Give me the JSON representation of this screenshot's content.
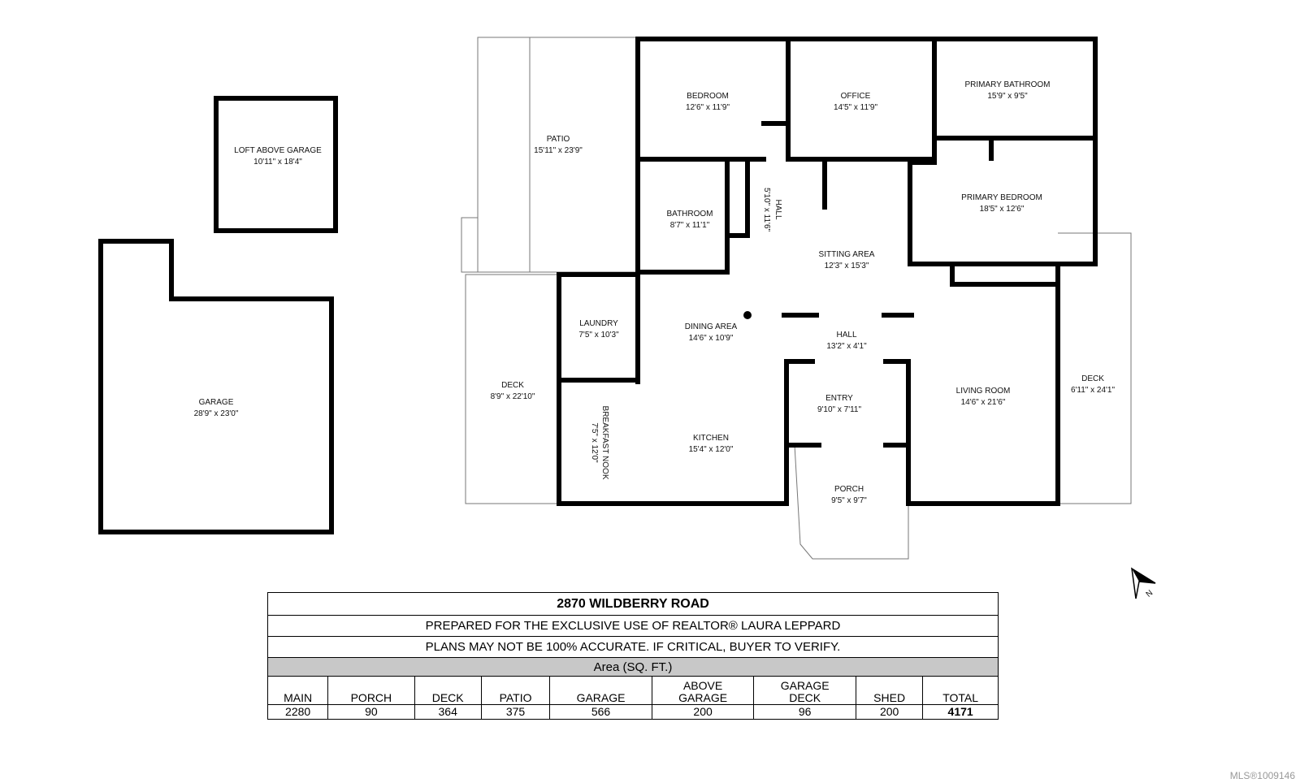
{
  "rooms": {
    "loft": {
      "name": "LOFT ABOVE GARAGE",
      "size": "10'11\" x 18'4\""
    },
    "garage": {
      "name": "GARAGE",
      "size": "28'9\" x 23'0\""
    },
    "patio": {
      "name": "PATIO",
      "size": "15'11\" x 23'9\""
    },
    "bedroom": {
      "name": "BEDROOM",
      "size": "12'6\" x 11'9\""
    },
    "office": {
      "name": "OFFICE",
      "size": "14'5\" x 11'9\""
    },
    "primary_bathroom": {
      "name": "PRIMARY BATHROOM",
      "size": "15'9\" x 9'5\""
    },
    "bathroom": {
      "name": "BATHROOM",
      "size": "8'7\" x 11'1\""
    },
    "hall_upper": {
      "name": "HALL",
      "size": "5'10\" x 11'6\""
    },
    "primary_bedroom": {
      "name": "PRIMARY BEDROOM",
      "size": "18'5\" x 12'6\""
    },
    "sitting_area": {
      "name": "SITTING AREA",
      "size": "12'3\" x 15'3\""
    },
    "laundry": {
      "name": "LAUNDRY",
      "size": "7'5\" x 10'3\""
    },
    "dining_area": {
      "name": "DINING AREA",
      "size": "14'6\" x 10'9\""
    },
    "hall_lower": {
      "name": "HALL",
      "size": "13'2\" x 4'1\""
    },
    "deck_left": {
      "name": "DECK",
      "size": "8'9\" x 22'10\""
    },
    "breakfast_nook": {
      "name": "BREAKFAST NOOK",
      "size": "7'5\" x 12'0\""
    },
    "kitchen": {
      "name": "KITCHEN",
      "size": "15'4\" x 12'0\""
    },
    "entry": {
      "name": "ENTRY",
      "size": "9'10\" x 7'11\""
    },
    "living_room": {
      "name": "LIVING ROOM",
      "size": "14'6\" x 21'6\""
    },
    "deck_right": {
      "name": "DECK",
      "size": "6'11\" x 24'1\""
    },
    "porch": {
      "name": "PORCH",
      "size": "9'5\" x 9'7\""
    }
  },
  "compass": {
    "label": "N"
  },
  "legend": {
    "address": "2870 WILDBERRY ROAD",
    "prepared": "PREPARED FOR THE EXCLUSIVE USE OF REALTOR® LAURA LEPPARD",
    "disclaimer": "PLANS MAY NOT BE 100% ACCURATE. IF CRITICAL, BUYER TO VERIFY.",
    "area_title": "Area (SQ. FT.)",
    "columns": [
      {
        "h1": "",
        "h2": "MAIN",
        "value": "2280"
      },
      {
        "h1": "",
        "h2": "PORCH",
        "value": "90"
      },
      {
        "h1": "",
        "h2": "DECK",
        "value": "364"
      },
      {
        "h1": "",
        "h2": "PATIO",
        "value": "375"
      },
      {
        "h1": "",
        "h2": "GARAGE",
        "value": "566"
      },
      {
        "h1": "ABOVE",
        "h2": "GARAGE",
        "value": "200"
      },
      {
        "h1": "GARAGE",
        "h2": "DECK",
        "value": "96"
      },
      {
        "h1": "",
        "h2": "SHED",
        "value": "200"
      },
      {
        "h1": "",
        "h2": "TOTAL",
        "value": "4171"
      }
    ]
  },
  "watermark": "MLS®1009146"
}
